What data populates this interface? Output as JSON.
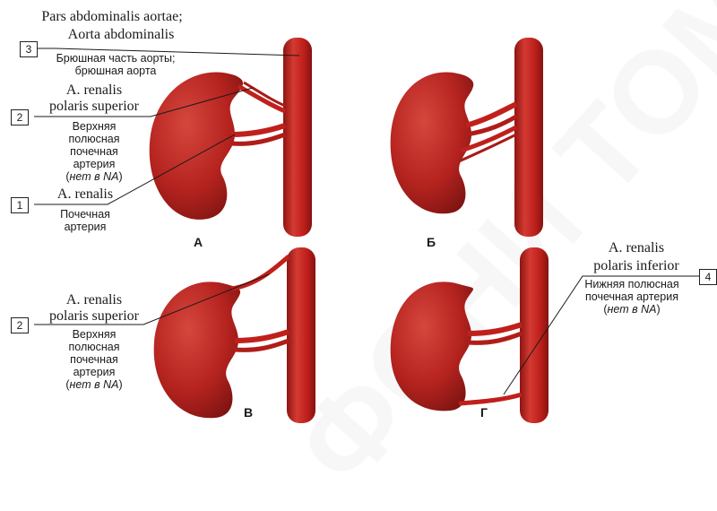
{
  "labels": {
    "aorta": {
      "number": "3",
      "lat_line1": "Pars abdominalis aortae;",
      "lat_line2": "Aorta abdominalis",
      "ru_line1": "Брюшная часть аорты;",
      "ru_line2": "брюшная аорта"
    },
    "superior_a": {
      "number": "2",
      "lat_line1": "A. renalis",
      "lat_line2": "polaris superior",
      "ru_line1": "Верхняя",
      "ru_line2": "полюсная",
      "ru_line3": "почечная",
      "ru_line4": "артерия",
      "ru_line5_prefix": "(",
      "ru_line5_italic": "нет в NA",
      "ru_line5_suffix": ")"
    },
    "renal": {
      "number": "1",
      "lat_line1": "A. renalis",
      "ru_line1": "Почечная",
      "ru_line2": "артерия"
    },
    "superior_c": {
      "number": "2",
      "lat_line1": "A. renalis",
      "lat_line2": "polaris superior",
      "ru_line1": "Верхняя",
      "ru_line2": "полюсная",
      "ru_line3": "почечная",
      "ru_line4": "артерия",
      "ru_line5_prefix": "(",
      "ru_line5_italic": "нет в NA",
      "ru_line5_suffix": ")"
    },
    "inferior": {
      "number": "4",
      "lat_line1": "A. renalis",
      "lat_line2": "polaris inferior",
      "ru_line1": "Нижняя полюсная",
      "ru_line2": "почечная артерия",
      "ru_line3_prefix": "(",
      "ru_line3_italic": "нет в NA",
      "ru_line3_suffix": ")"
    }
  },
  "panels": [
    "А",
    "Б",
    "В",
    "Г"
  ],
  "colors": {
    "kidney": "#b5231f",
    "kidney_dark": "#7a1210",
    "kidney_light": "#d34a3f",
    "artery": "#c0201c",
    "artery_dark": "#8e1512"
  }
}
